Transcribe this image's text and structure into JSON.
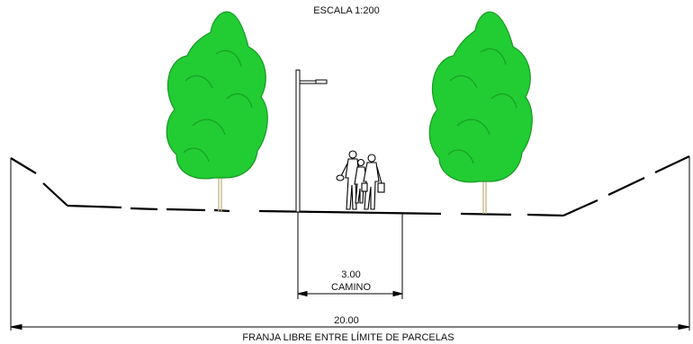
{
  "scale_label": "ESCALA 1:200",
  "path": {
    "width_value": "3.00",
    "label": "CAMINO"
  },
  "strip": {
    "width_value": "20.00",
    "label": "FRANJA LIBRE ENTRE LÍMITE DE PARCELAS"
  },
  "colors": {
    "tree_foliage": "#22cc33",
    "tree_foliage_dark": "#169922",
    "trunk": "#c8b88a",
    "line": "#000000"
  },
  "icons": {
    "tree": "tree-icon",
    "lamp_post": "street-lamp-icon",
    "pedestrians": "pedestrians-icon"
  }
}
